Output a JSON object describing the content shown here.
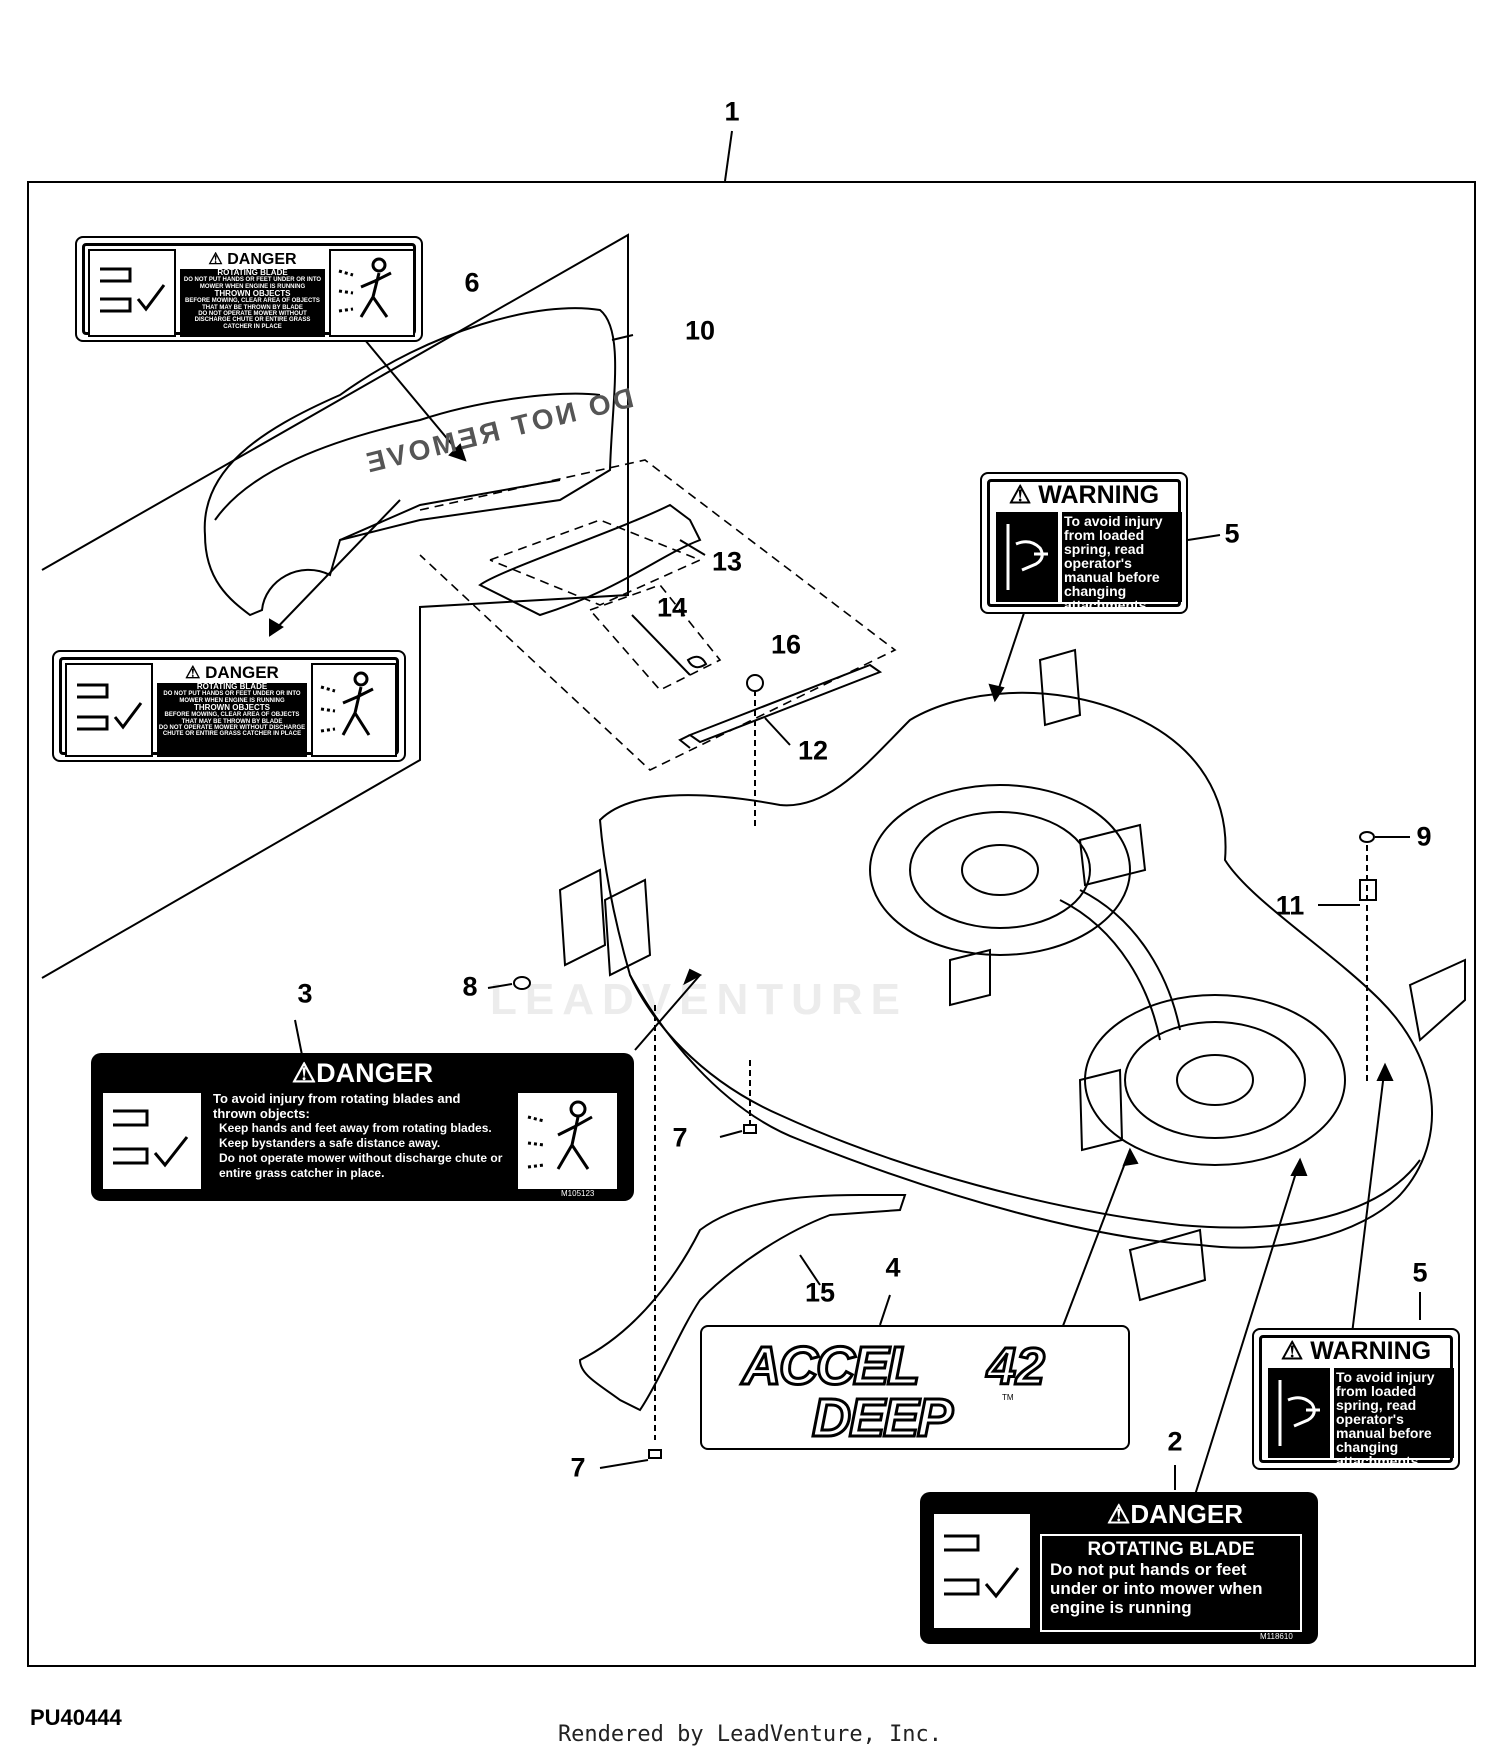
{
  "callouts": {
    "c1": "1",
    "c2": "2",
    "c3": "3",
    "c4": "4",
    "c5a": "5",
    "c5b": "5",
    "c6": "6",
    "c7a": "7",
    "c7b": "7",
    "c8": "8",
    "c9": "9",
    "c10": "10",
    "c11": "11",
    "c12": "12",
    "c13": "13",
    "c14": "14",
    "c15": "15",
    "c16": "16"
  },
  "decal_6": {
    "header": "DANGER",
    "l1": "ROTATING BLADE",
    "l2": "DO NOT PUT HANDS OR FEET UNDER OR INTO MOWER WHEN ENGINE IS RUNNING",
    "l3": "THROWN OBJECTS",
    "l4": "BEFORE MOWING, CLEAR AREA OF OBJECTS THAT MAY BE THROWN BY BLADE",
    "l5": "DO NOT OPERATE MOWER WITHOUT DISCHARGE CHUTE OR ENTIRE GRASS CATCHER IN PLACE"
  },
  "decal_lower_left": {
    "header": "DANGER",
    "l1": "ROTATING BLADE",
    "l2": "DO NOT PUT HANDS OR FEET UNDER OR INTO MOWER WHEN ENGINE IS RUNNING",
    "l3": "THROWN OBJECTS",
    "l4": "BEFORE MOWING, CLEAR AREA OF OBJECTS THAT MAY BE THROWN BY BLADE",
    "l5": "DO NOT OPERATE MOWER WITHOUT DISCHARGE CHUTE OR ENTIRE GRASS CATCHER IN PLACE"
  },
  "decal_3": {
    "header": "DANGER",
    "intro": "To avoid injury from rotating blades and thrown objects:",
    "b1": "Keep hands and feet away from rotating blades.",
    "b2": "Keep bystanders a safe distance away.",
    "b3": "Do not operate mower without discharge chute or entire grass catcher in place.",
    "code": "M105123"
  },
  "decal_5": {
    "header": "WARNING",
    "text": "To avoid injury from loaded spring, read operator's manual before changing attachments."
  },
  "decal_2": {
    "header": "DANGER",
    "title": "ROTATING BLADE",
    "text": "Do not put hands or feet under or into mower when engine is running",
    "code": "M118610"
  },
  "decal_4": {
    "line1": "ACCEL",
    "num": "42",
    "line2": "DEEP",
    "tm": "TM"
  },
  "chute_text": "DO NOT REMOVE",
  "watermark": "LEADVENTURE",
  "footer": {
    "figure_id": "PU40444",
    "rendered_by": "Rendered by LeadVenture, Inc."
  }
}
